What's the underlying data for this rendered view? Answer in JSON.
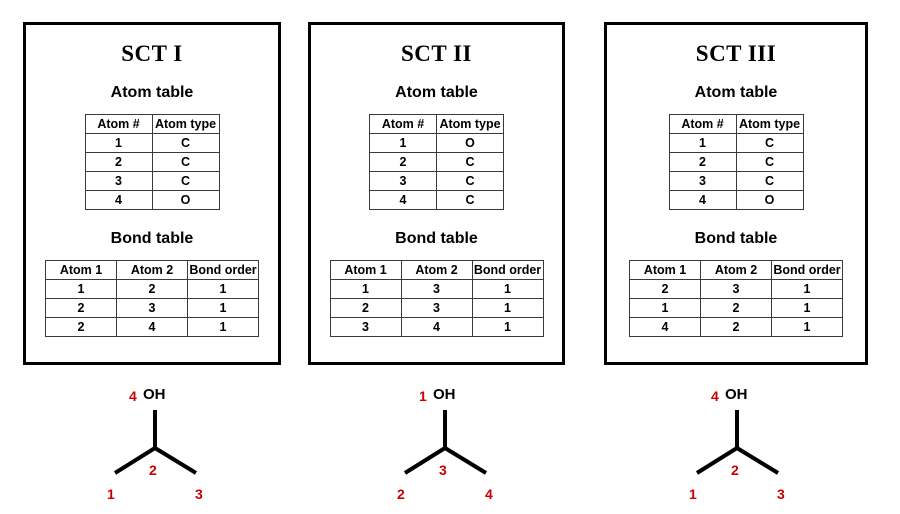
{
  "figure": {
    "panels": [
      {
        "title": "SCT I",
        "atom_heading": "Atom table",
        "bond_heading": "Bond table",
        "atom_table": {
          "headers": [
            "Atom #",
            "Atom type"
          ],
          "rows": [
            [
              "1",
              "C"
            ],
            [
              "2",
              "C"
            ],
            [
              "3",
              "C"
            ],
            [
              "4",
              "O"
            ]
          ]
        },
        "bond_table": {
          "headers": [
            "Atom 1",
            "Atom 2",
            "Bond order"
          ],
          "rows": [
            [
              "1",
              "2",
              "1"
            ],
            [
              "2",
              "3",
              "1"
            ],
            [
              "2",
              "4",
              "1"
            ]
          ]
        },
        "molecule": {
          "hydroxyl_label": "OH",
          "top_number": "4",
          "center_number": "2",
          "left_number": "1",
          "right_number": "3"
        }
      },
      {
        "title": "SCT II",
        "atom_heading": "Atom table",
        "bond_heading": "Bond table",
        "atom_table": {
          "headers": [
            "Atom #",
            "Atom type"
          ],
          "rows": [
            [
              "1",
              "O"
            ],
            [
              "2",
              "C"
            ],
            [
              "3",
              "C"
            ],
            [
              "4",
              "C"
            ]
          ]
        },
        "bond_table": {
          "headers": [
            "Atom 1",
            "Atom 2",
            "Bond order"
          ],
          "rows": [
            [
              "1",
              "3",
              "1"
            ],
            [
              "2",
              "3",
              "1"
            ],
            [
              "3",
              "4",
              "1"
            ]
          ]
        },
        "molecule": {
          "hydroxyl_label": "OH",
          "top_number": "1",
          "center_number": "3",
          "left_number": "2",
          "right_number": "4"
        }
      },
      {
        "title": "SCT III",
        "atom_heading": "Atom table",
        "bond_heading": "Bond table",
        "atom_table": {
          "headers": [
            "Atom #",
            "Atom type"
          ],
          "rows": [
            [
              "1",
              "C"
            ],
            [
              "2",
              "C"
            ],
            [
              "3",
              "C"
            ],
            [
              "4",
              "O"
            ]
          ]
        },
        "bond_table": {
          "headers": [
            "Atom 1",
            "Atom 2",
            "Bond order"
          ],
          "rows": [
            [
              "2",
              "3",
              "1"
            ],
            [
              "1",
              "2",
              "1"
            ],
            [
              "4",
              "2",
              "1"
            ]
          ]
        },
        "molecule": {
          "hydroxyl_label": "OH",
          "top_number": "4",
          "center_number": "2",
          "left_number": "1",
          "right_number": "3"
        }
      }
    ],
    "colors": {
      "label_red": "#CC0000",
      "bond_black": "#000000",
      "panel_border": "#000000",
      "table_border": "#3A3A3A"
    }
  }
}
